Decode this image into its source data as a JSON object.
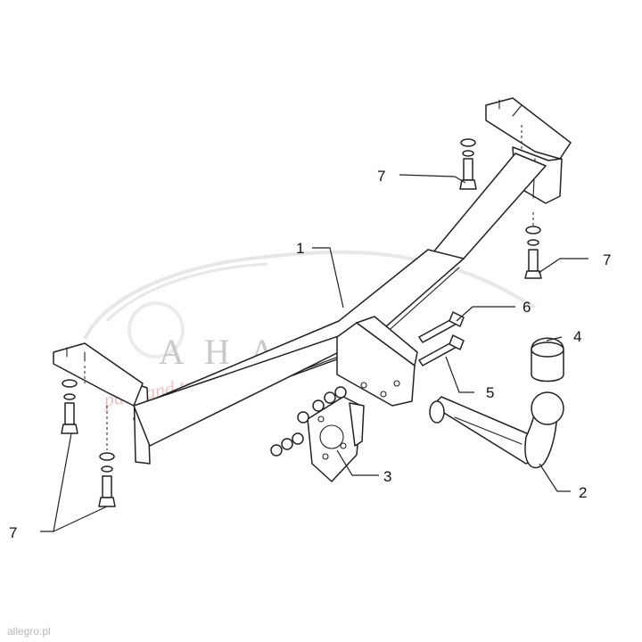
{
  "watermark": {
    "brand": "AHAKA",
    "tagline": "pack and travel",
    "source": "allegro.pl"
  },
  "callouts": {
    "top_bolt": "7",
    "right_bolt": "7",
    "tow_bar": "1",
    "bolt_pair_6": "6",
    "ball_cover": "4",
    "bolt_pair_5": "5",
    "socket_plate": "3",
    "left_bolts": "7",
    "ball_hook": "2"
  }
}
